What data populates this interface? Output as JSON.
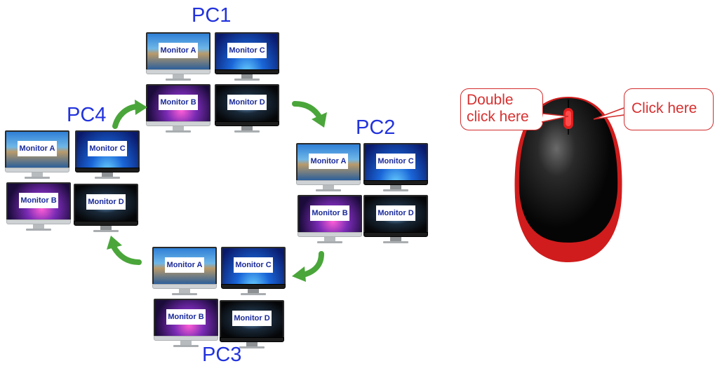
{
  "pcs": [
    {
      "label": "PC1"
    },
    {
      "label": "PC2"
    },
    {
      "label": "PC3"
    },
    {
      "label": "PC4"
    }
  ],
  "monitors": {
    "a": "Monitor A",
    "b": "Monitor B",
    "c": "Monitor C",
    "d": "Monitor D"
  },
  "mouse": {
    "double_click": "Double click here",
    "double_click_line1": "Double",
    "double_click_line2": "click here",
    "single_click": "Click here"
  },
  "colors": {
    "pc_label": "#2233dd",
    "callout": "#d32b2b",
    "arrow": "#4aa63a",
    "mouse_body": "#111111",
    "mouse_trim": "#d01c1c"
  },
  "icons": [
    "monitor-icon",
    "cycle-arrow-icon",
    "mouse-icon"
  ]
}
